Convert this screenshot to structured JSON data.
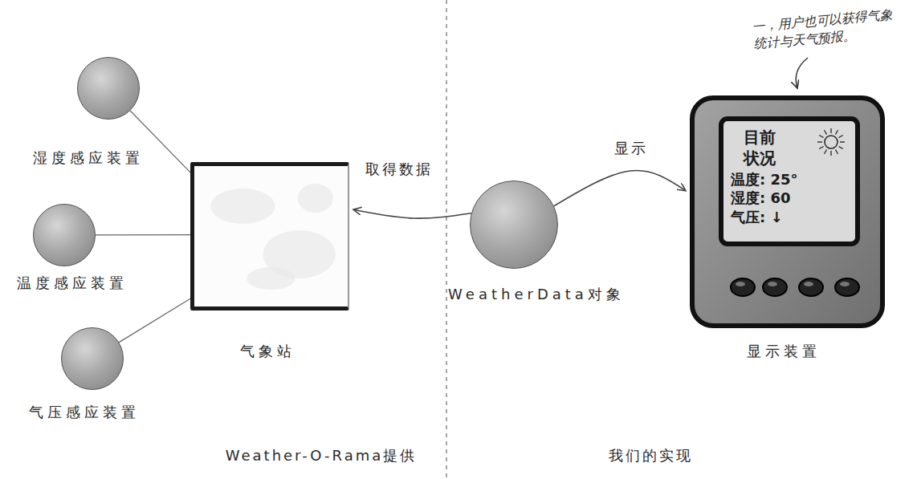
{
  "diagram": {
    "nodes": [
      {
        "text": [
          "湿度感应装置"
        ]
      },
      {
        "text": [
          "温度感应装置"
        ]
      },
      {
        "text": [
          "气压感应装置"
        ]
      },
      {
        "text": [
          "气象站"
        ]
      },
      {
        "text": [
          "WeatherData对象"
        ]
      },
      {
        "text": [
          "目前 状况",
          "温度: 25°",
          "湿度: 60",
          "气压: ↓",
          "显示装置"
        ]
      }
    ],
    "edges": [
      {
        "from": 0,
        "to": 3,
        "arrow": "none"
      },
      {
        "from": 1,
        "to": 3,
        "arrow": "none"
      },
      {
        "from": 2,
        "to": 3,
        "arrow": "none"
      },
      {
        "from": 4,
        "to": 3,
        "label": "取得数据",
        "arrow": "to"
      },
      {
        "from": 4,
        "to": 5,
        "label": "显示",
        "arrow": "to"
      }
    ],
    "labels": [
      "一，用户也可以获得气象 统计与天气预报。",
      "Weather-O-Rama提供",
      "我们的实现"
    ]
  }
}
